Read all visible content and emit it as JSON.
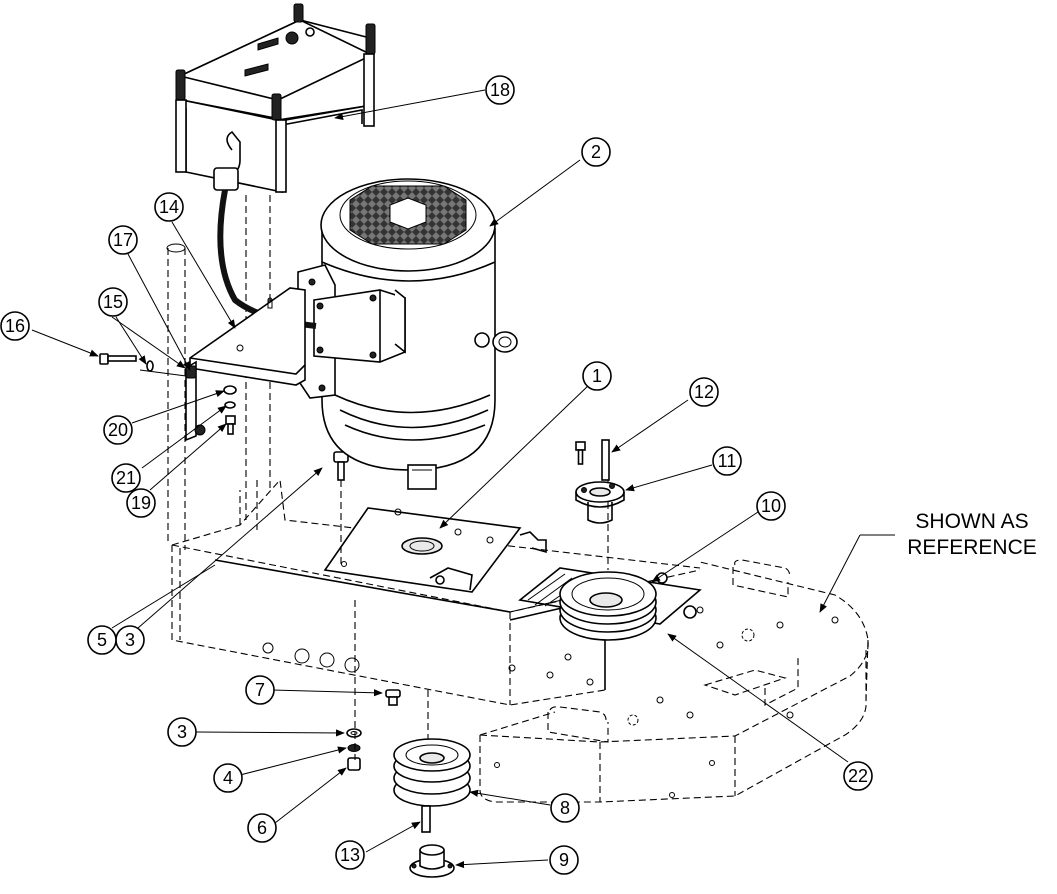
{
  "reference_note": [
    "SHOWN AS",
    "REFERENCE"
  ],
  "callouts": [
    "1",
    "2",
    "3",
    "3",
    "4",
    "5",
    "6",
    "7",
    "8",
    "9",
    "10",
    "11",
    "12",
    "13",
    "14",
    "15",
    "16",
    "17",
    "18",
    "19",
    "20",
    "21",
    "22"
  ]
}
